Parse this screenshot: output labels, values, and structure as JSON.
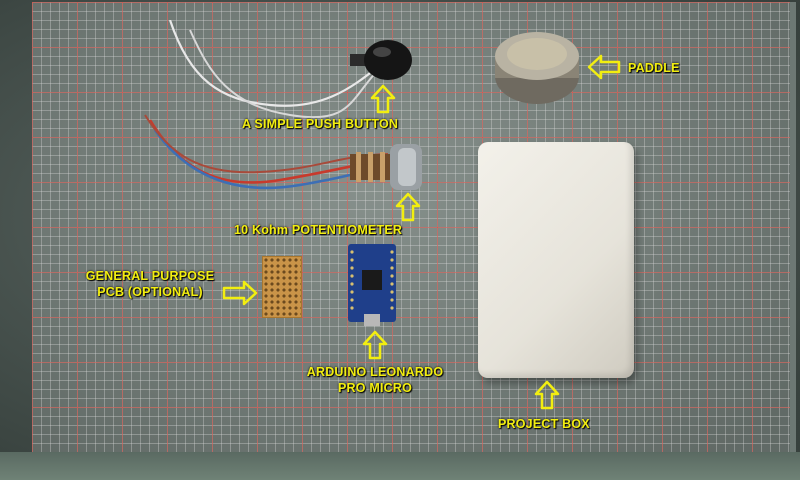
{
  "labels": {
    "push_button": "A SIMPLE PUSH BUTTON",
    "paddle": "PADDLE",
    "potentiometer": "10 Kohm POTENTIOMETER",
    "pcb_line1": "GENERAL PURPOSE",
    "pcb_line2": "PCB (OPTIONAL)",
    "arduino_line1": "ARDUINO LEONARDO",
    "arduino_line2": "PRO MICRO",
    "project_box": "PROJECT BOX"
  },
  "colors": {
    "label": "#f2ee10",
    "grid_major": "#d2463c",
    "mat": "#76817c"
  },
  "icons": [
    "arrow-up-icon",
    "arrow-left-icon",
    "arrow-right-icon"
  ]
}
